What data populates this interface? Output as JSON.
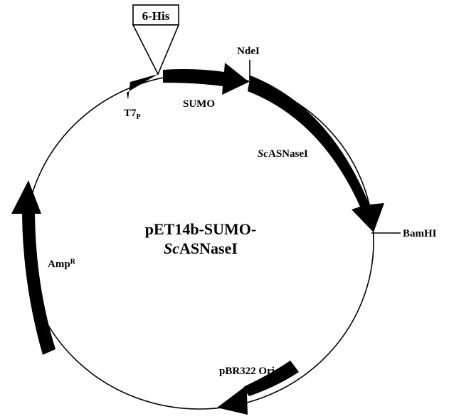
{
  "plasmid": {
    "name_line1": "pET14b-SUMO-",
    "name_line2_italic": "Sc",
    "name_line2_rest": "ASNaseI"
  },
  "tag": {
    "label": "6-His"
  },
  "features": {
    "t7": {
      "main": "T7",
      "sub": "P"
    },
    "sumo": {
      "label": "SUMO"
    },
    "ndei": {
      "label": "NdeI"
    },
    "scasnase": {
      "italic": "Sc",
      "rest": "ASNaseI"
    },
    "bamhi": {
      "label": "BamHI"
    },
    "ori": {
      "label": "pBR322 Ori"
    },
    "amp": {
      "main": "Amp",
      "sup": "R"
    }
  },
  "colors": {
    "ink": "#000000",
    "background": "#ffffff"
  }
}
